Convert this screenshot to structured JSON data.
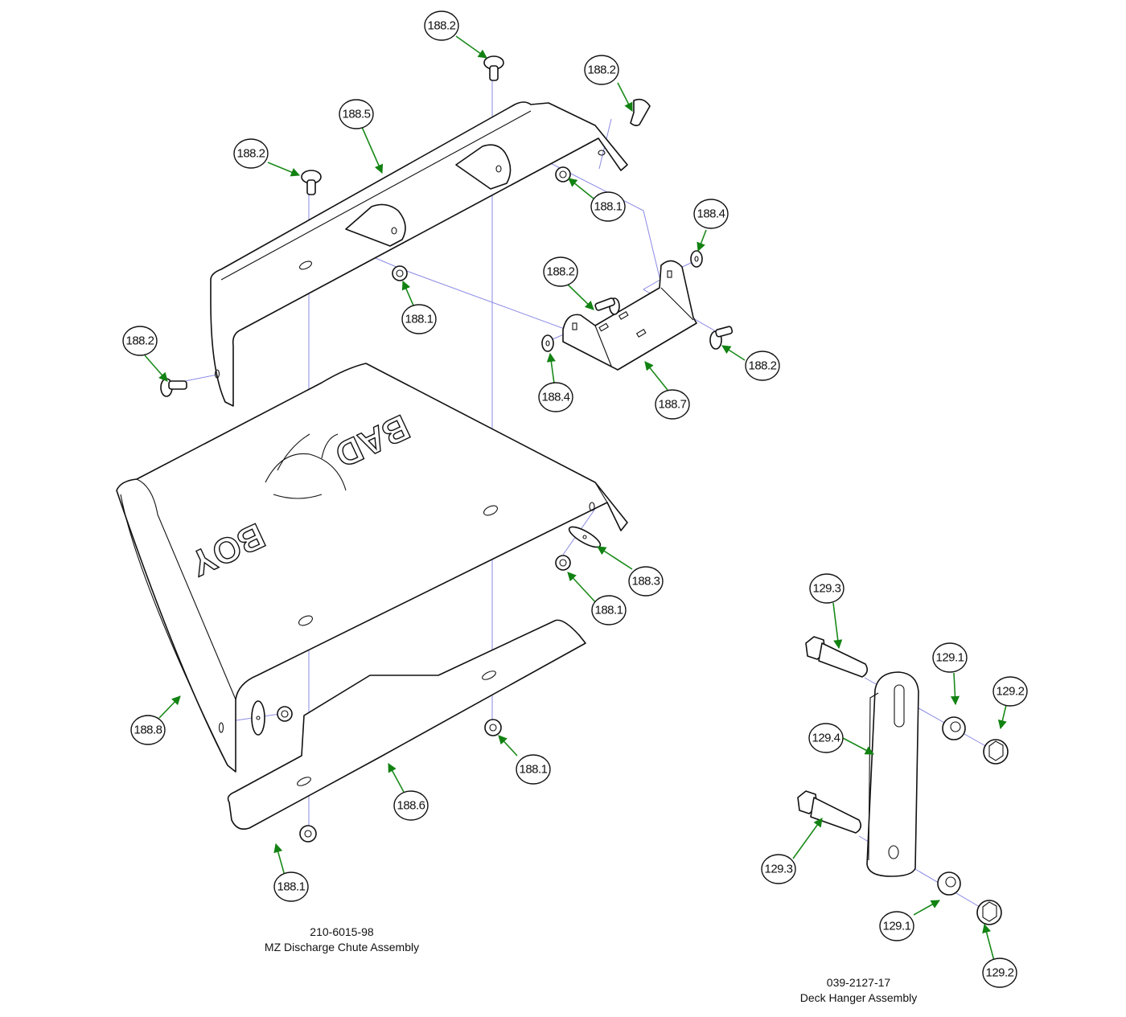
{
  "assemblies": [
    {
      "part_number": "210-6015-98",
      "name": "MZ Discharge Chute Assembly",
      "logo_text_1": "BAD",
      "logo_text_2": "BOY",
      "callouts": [
        {
          "id": "c1",
          "label": "188.2"
        },
        {
          "id": "c2",
          "label": "188.2"
        },
        {
          "id": "c3",
          "label": "188.5"
        },
        {
          "id": "c4",
          "label": "188.2"
        },
        {
          "id": "c5",
          "label": "188.1"
        },
        {
          "id": "c6",
          "label": "188.4"
        },
        {
          "id": "c7",
          "label": "188.2"
        },
        {
          "id": "c8",
          "label": "188.1"
        },
        {
          "id": "c9",
          "label": "188.2"
        },
        {
          "id": "c10",
          "label": "188.2"
        },
        {
          "id": "c11",
          "label": "188.4"
        },
        {
          "id": "c12",
          "label": "188.7"
        },
        {
          "id": "c13",
          "label": "188.3"
        },
        {
          "id": "c14",
          "label": "188.1"
        },
        {
          "id": "c15",
          "label": "188.8"
        },
        {
          "id": "c16",
          "label": "188.1"
        },
        {
          "id": "c17",
          "label": "188.6"
        },
        {
          "id": "c18",
          "label": "188.1"
        }
      ]
    },
    {
      "part_number": "039-2127-17",
      "name": "Deck Hanger Assembly",
      "callouts": [
        {
          "id": "d1",
          "label": "129.3"
        },
        {
          "id": "d2",
          "label": "129.1"
        },
        {
          "id": "d3",
          "label": "129.2"
        },
        {
          "id": "d4",
          "label": "129.4"
        },
        {
          "id": "d5",
          "label": "129.3"
        },
        {
          "id": "d6",
          "label": "129.1"
        },
        {
          "id": "d7",
          "label": "129.2"
        }
      ]
    }
  ],
  "colors": {
    "leader": "#1a8a1a",
    "axis": "#8a8ae6",
    "outline": "#111111"
  }
}
